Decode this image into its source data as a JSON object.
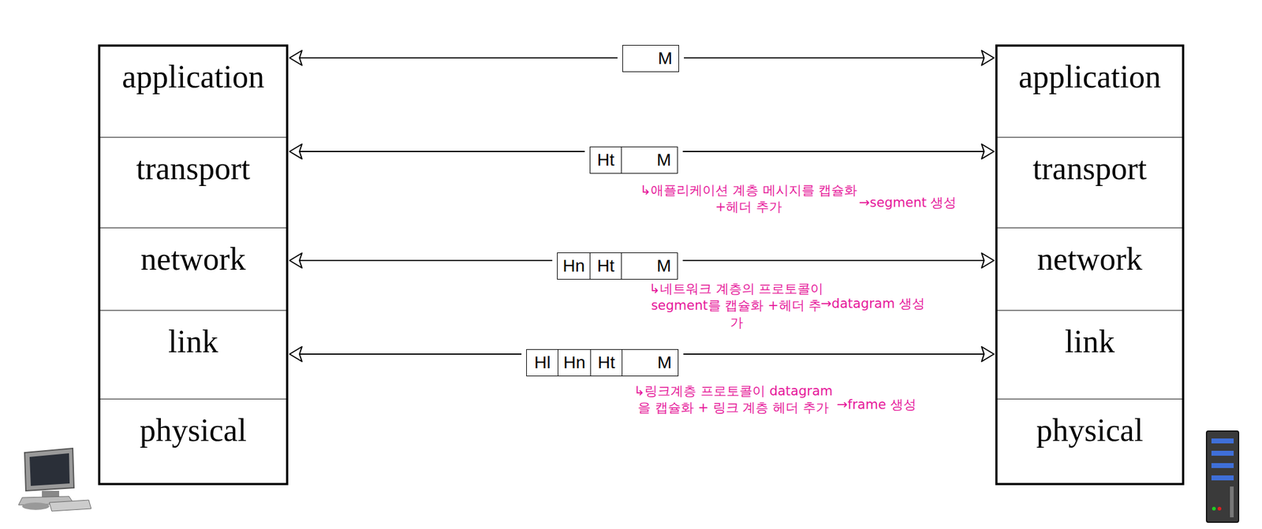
{
  "diagram": {
    "nodes": [
      {
        "text": [
          "application"
        ]
      },
      {
        "text": [
          "transport"
        ]
      },
      {
        "text": [
          "network"
        ]
      },
      {
        "text": [
          "link"
        ]
      },
      {
        "text": [
          "physical"
        ]
      },
      {
        "text": [
          "M"
        ]
      },
      {
        "text": [
          "Ht",
          "M"
        ]
      },
      {
        "text": [
          "Hn",
          "Ht",
          "M"
        ]
      },
      {
        "text": [
          "Hl",
          "Hn",
          "Ht",
          "M"
        ]
      },
      {
        "text": [
          "application"
        ]
      },
      {
        "text": [
          "transport"
        ]
      },
      {
        "text": [
          "network"
        ]
      },
      {
        "text": [
          "link"
        ]
      },
      {
        "text": [
          "physical"
        ]
      }
    ],
    "edges": [
      {
        "from": 5,
        "to": 0,
        "arrow": "to"
      },
      {
        "from": 5,
        "to": 9,
        "arrow": "to"
      },
      {
        "from": 6,
        "to": 1,
        "arrow": "to"
      },
      {
        "from": 6,
        "to": 10,
        "arrow": "to"
      },
      {
        "from": 7,
        "to": 2,
        "arrow": "to"
      },
      {
        "from": 7,
        "to": 11,
        "arrow": "to"
      },
      {
        "from": 8,
        "to": 3,
        "arrow": "to"
      },
      {
        "from": 8,
        "to": 12,
        "arrow": "to"
      }
    ],
    "labels": [
      "↳애플리케이션 계층 메시지를 캡슐화 +헤더 추가",
      "→segment 생성",
      "↳네트워크 계층의 프로토콜이 segment를 캡슐화 +헤더 추가",
      "→datagram 생성",
      "↳링크계층 프로토콜이 datagram을 캡슐화 + 링크 계층 헤더 추가",
      "→frame 생성"
    ]
  }
}
